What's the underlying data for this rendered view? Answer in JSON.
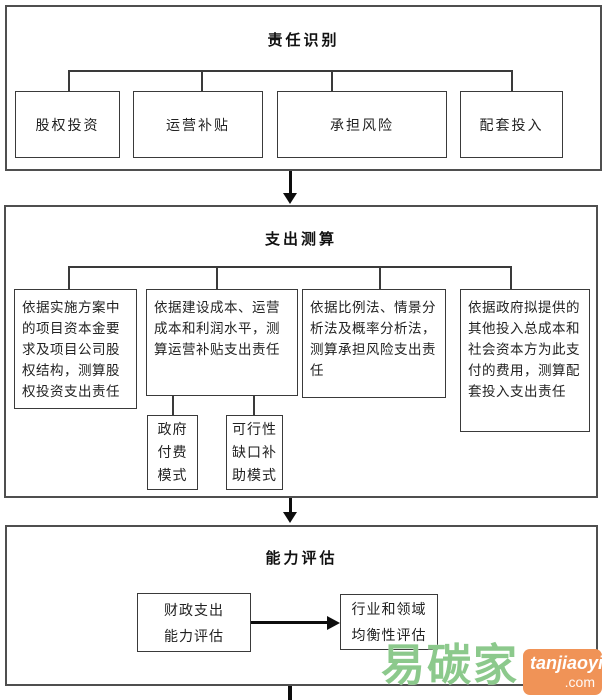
{
  "sections": [
    {
      "title": "责任识别",
      "boxes": [
        "股权投资",
        "运营补贴",
        "承担风险",
        "配套投入"
      ]
    },
    {
      "title": "支出测算",
      "boxes": [
        "依据实施方案中\n的项目资本金要\n求及项目公司股\n权结构，测算股\n权投资支出责任",
        "依据建设成本、运营\n成本和利润水平，测\n算运营补贴支出责任",
        "依据比例法、情景分\n析法及概率分析法，\n测算承担风险支出责\n任",
        "依据政府拟提供的\n其他投入总成本和\n社会资本方为此支\n付的费用，测算配\n套投入支出责任"
      ],
      "sub_boxes": [
        "政府\n付费\n模式",
        "可行性\n缺口补\n助模式"
      ]
    },
    {
      "title": "能力评估",
      "boxes": [
        "财政支出\n能力评估",
        "行业和领域\n均衡性评估"
      ]
    }
  ],
  "watermark": {
    "brand": "易碳家",
    "badge_line1": "tanjiaoyi",
    "badge_line2": ".com",
    "green": "#8cc98c",
    "orange": "#f09357"
  }
}
